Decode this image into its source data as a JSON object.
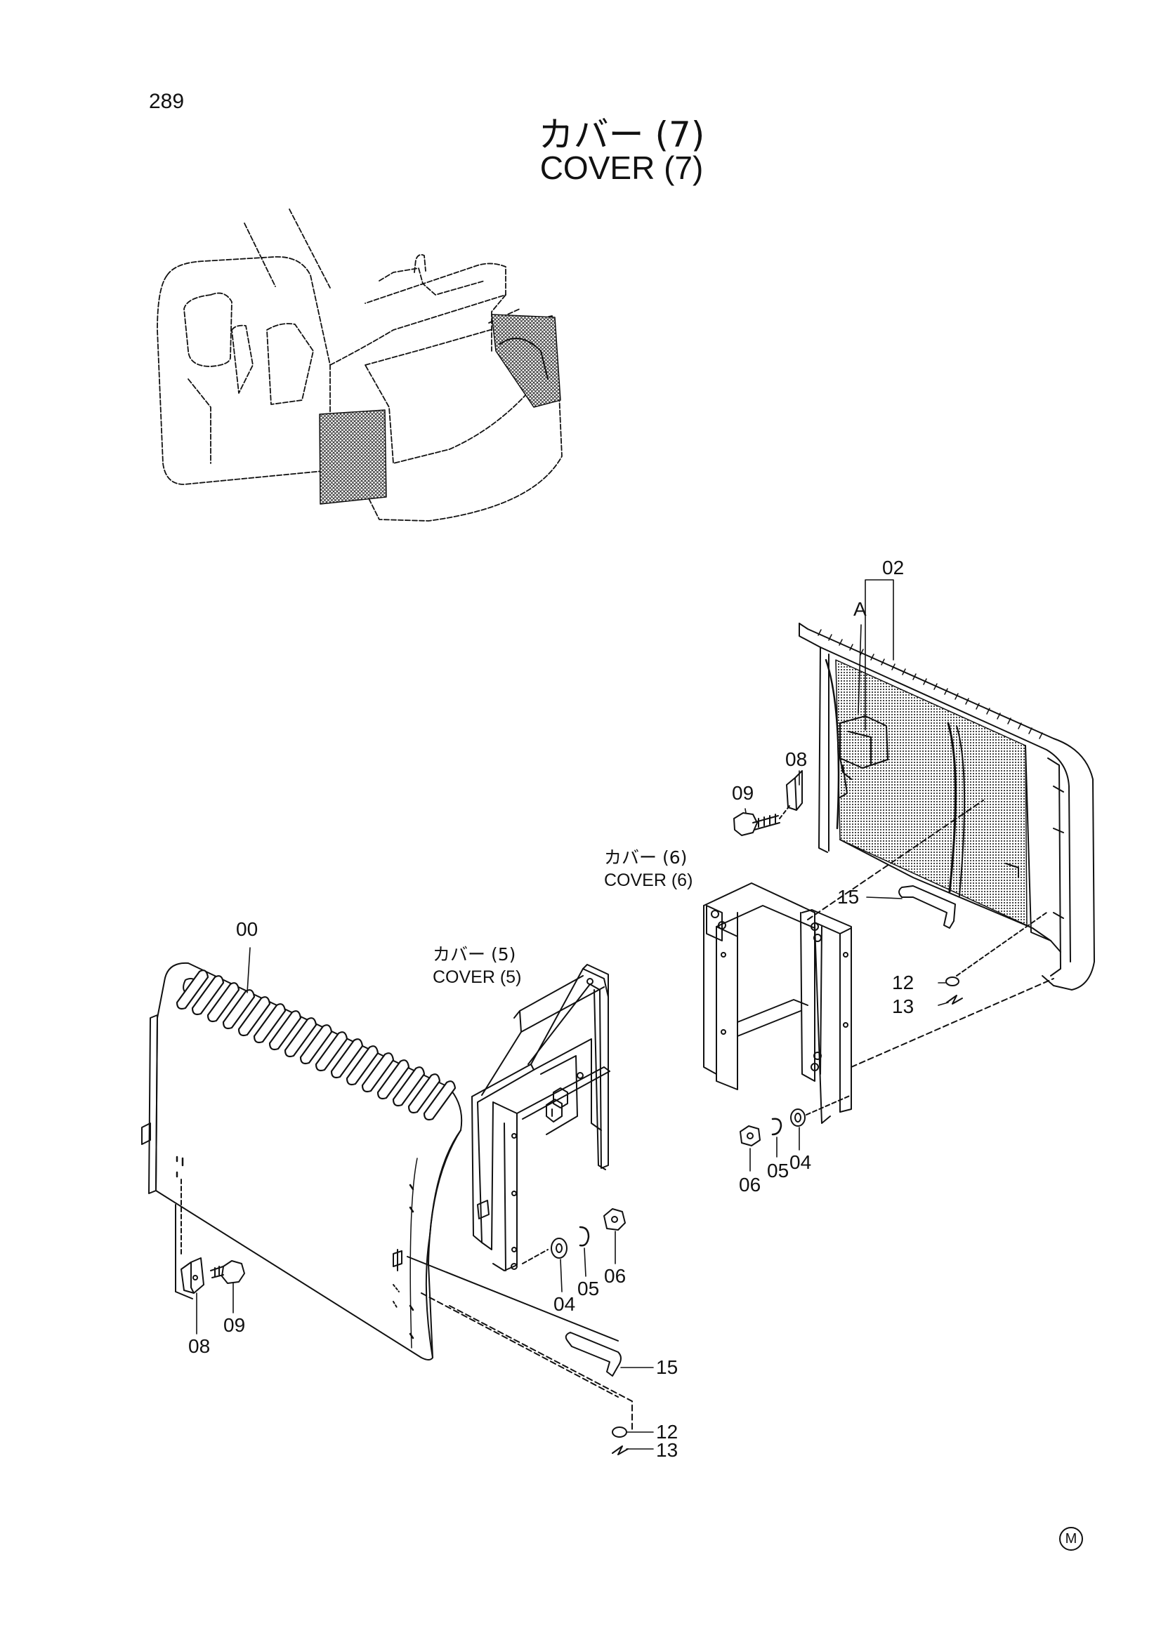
{
  "page": {
    "number": "289",
    "title_jp": "カバー (7)",
    "title_en": "COVER (7)",
    "maker_mark": "M"
  },
  "sub_assemblies": [
    {
      "id": "cover5",
      "label_jp": "カバー (5)",
      "label_en": "COVER (5)"
    },
    {
      "id": "cover6",
      "label_jp": "カバー (6)",
      "label_en": "COVER (6)"
    }
  ],
  "view_marker": "A",
  "callouts": [
    "00",
    "02",
    "04",
    "05",
    "06",
    "08",
    "09",
    "12",
    "13",
    "15"
  ],
  "left_group": {
    "part_00": "00",
    "part_08": "08",
    "part_09": "09",
    "part_04": "04",
    "part_05": "05",
    "part_06": "06",
    "part_15": "15",
    "part_12": "12",
    "part_13": "13"
  },
  "right_group": {
    "part_02": "02",
    "part_08": "08",
    "part_09": "09",
    "part_15": "15",
    "part_12": "12",
    "part_13": "13",
    "part_06": "06",
    "part_05": "05",
    "part_04": "04"
  }
}
